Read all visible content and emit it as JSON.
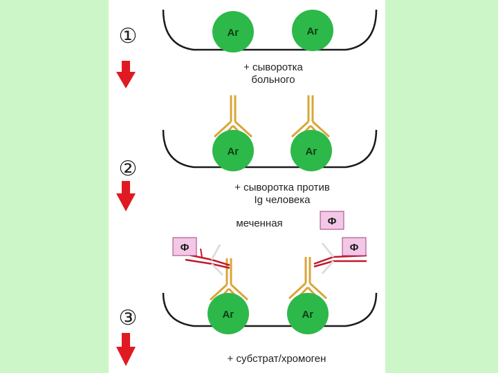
{
  "steps": [
    {
      "number": "①",
      "reagent_line1": "+ сыворотка",
      "reagent_line2": "больного"
    },
    {
      "number": "②",
      "reagent_line1": "+ сыворотка против",
      "reagent_line2": "Ig человека",
      "label_note": "меченная"
    },
    {
      "number": "③",
      "reagent_line1": "+ субстрат/хромоген"
    }
  ],
  "antigen_label": "Аг",
  "enzyme_label": "Ф",
  "colors": {
    "background": "#ccf5c8",
    "panel": "#ffffff",
    "antigen": "#2db84a",
    "arrow": "#e01a22",
    "primary_antibody": "#d9a538",
    "secondary_antibody": "#c2182b",
    "enzyme_box": "#f3c7e6"
  }
}
